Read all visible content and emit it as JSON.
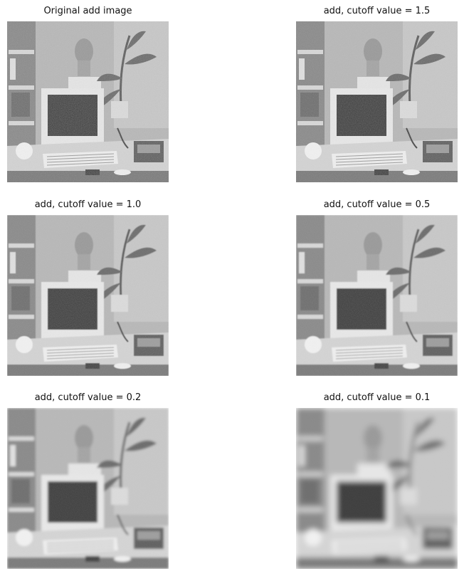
{
  "panels": [
    {
      "title": "Original add image",
      "blur": 0,
      "noise": 0.22
    },
    {
      "title": "add, cutoff value = 1.5",
      "blur": 0.35,
      "noise": 0.18
    },
    {
      "title": "add, cutoff value = 1.0",
      "blur": 0.55,
      "noise": 0.15
    },
    {
      "title": "add, cutoff value = 0.5",
      "blur": 0.85,
      "noise": 0.12
    },
    {
      "title": "add, cutoff value = 0.2",
      "blur": 1.6,
      "noise": 0.08
    },
    {
      "title": "add, cutoff value = 0.1",
      "blur": 4.0,
      "noise": 0.03
    }
  ]
}
